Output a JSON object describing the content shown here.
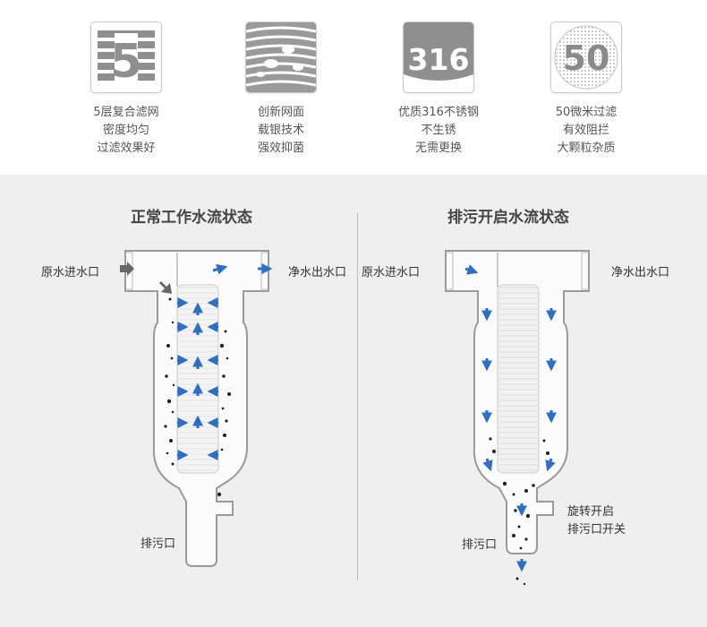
{
  "features": [
    {
      "icon": "five-layers-icon",
      "icon_text": "5",
      "lines": [
        "5层复合滤网",
        "密度均匀",
        "过滤效果好"
      ]
    },
    {
      "icon": "silver-mesh-icon",
      "icon_text": "",
      "lines": [
        "创新网面",
        "载银技术",
        "强效抑菌"
      ]
    },
    {
      "icon": "steel-316-icon",
      "icon_text": "316",
      "lines": [
        "优质316不锈钢",
        "不生锈",
        "无需更换"
      ]
    },
    {
      "icon": "fifty-micron-icon",
      "icon_text": "50",
      "lines": [
        "50微米过滤",
        "有效阻拦",
        "大颗粒杂质"
      ]
    }
  ],
  "normal": {
    "heading": "正常工作水流状态",
    "inlet": "原水进水口",
    "outlet": "净水出水口",
    "drain": "排污口"
  },
  "flush": {
    "heading": "排污开启水流状态",
    "inlet": "原水进水口",
    "outlet": "净水出水口",
    "drain": "排污口",
    "switch_lines": [
      "旋转开启",
      "排污口开关"
    ]
  },
  "colors": {
    "arrow_blue": "#2d6fc4",
    "arrow_gray": "#666666",
    "icon_gray": "#8a8a8a"
  }
}
